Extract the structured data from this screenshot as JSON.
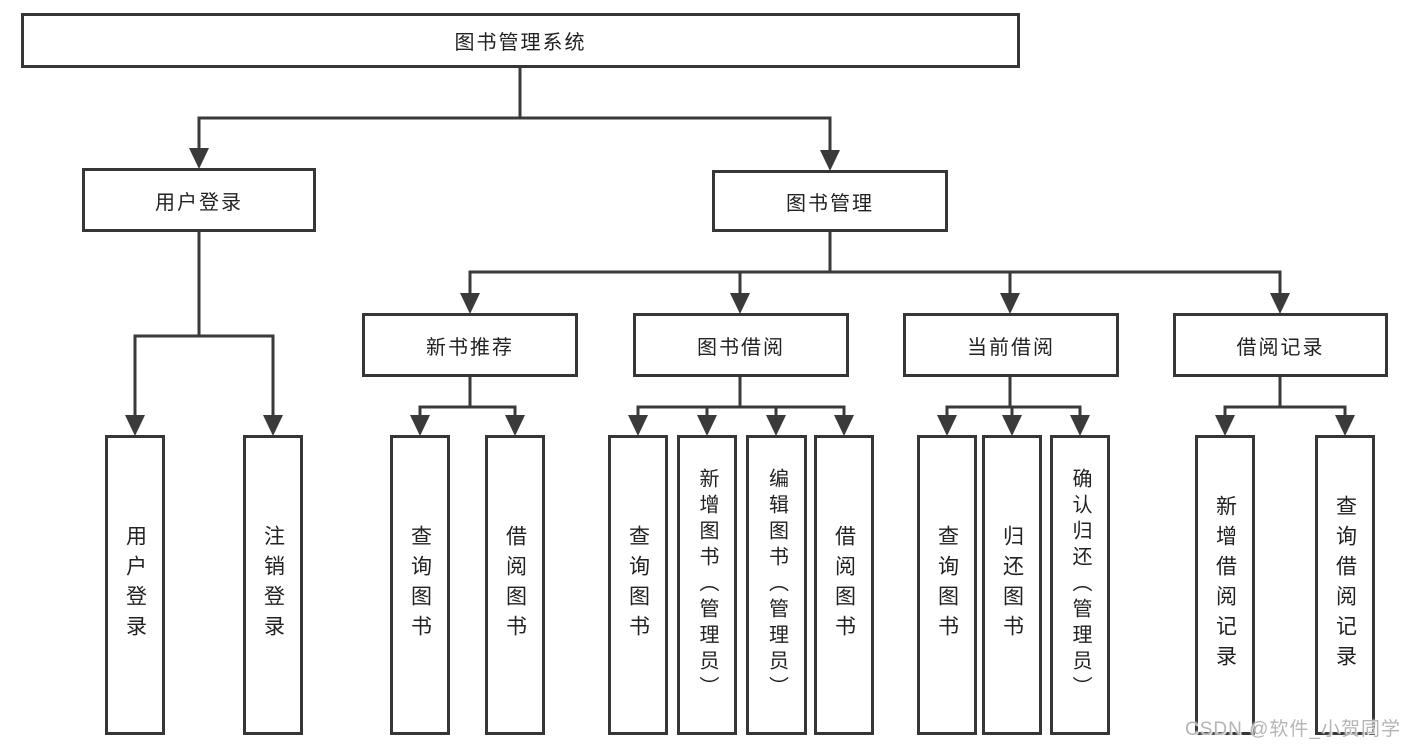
{
  "diagram": {
    "tree": {
      "root": {
        "label": "图书管理系统"
      },
      "branches": [
        {
          "label": "用户登录",
          "children": [
            {
              "label": "用户登录"
            },
            {
              "label": "注销登录"
            }
          ]
        },
        {
          "label": "图书管理",
          "children": [
            {
              "label": "新书推荐",
              "children": [
                {
                  "label": "查询图书"
                },
                {
                  "label": "借阅图书"
                }
              ]
            },
            {
              "label": "图书借阅",
              "children": [
                {
                  "label": "查询图书"
                },
                {
                  "label": "新增图书（管理员）"
                },
                {
                  "label": "编辑图书（管理员）"
                },
                {
                  "label": "借阅图书"
                }
              ]
            },
            {
              "label": "当前借阅",
              "children": [
                {
                  "label": "查询图书"
                },
                {
                  "label": "归还图书"
                },
                {
                  "label": "确认归还（管理员）"
                }
              ]
            },
            {
              "label": "借阅记录",
              "children": [
                {
                  "label": "新增借阅记录"
                },
                {
                  "label": "查询借阅记录"
                }
              ]
            }
          ]
        }
      ]
    },
    "watermark": {
      "text": "CSDN @软件_小贺同学"
    },
    "colors": {
      "line": "#3a3a3a",
      "box_border": "#363636",
      "text": "#222222",
      "background": "#ffffff",
      "watermark": "#b5b5b5"
    }
  }
}
